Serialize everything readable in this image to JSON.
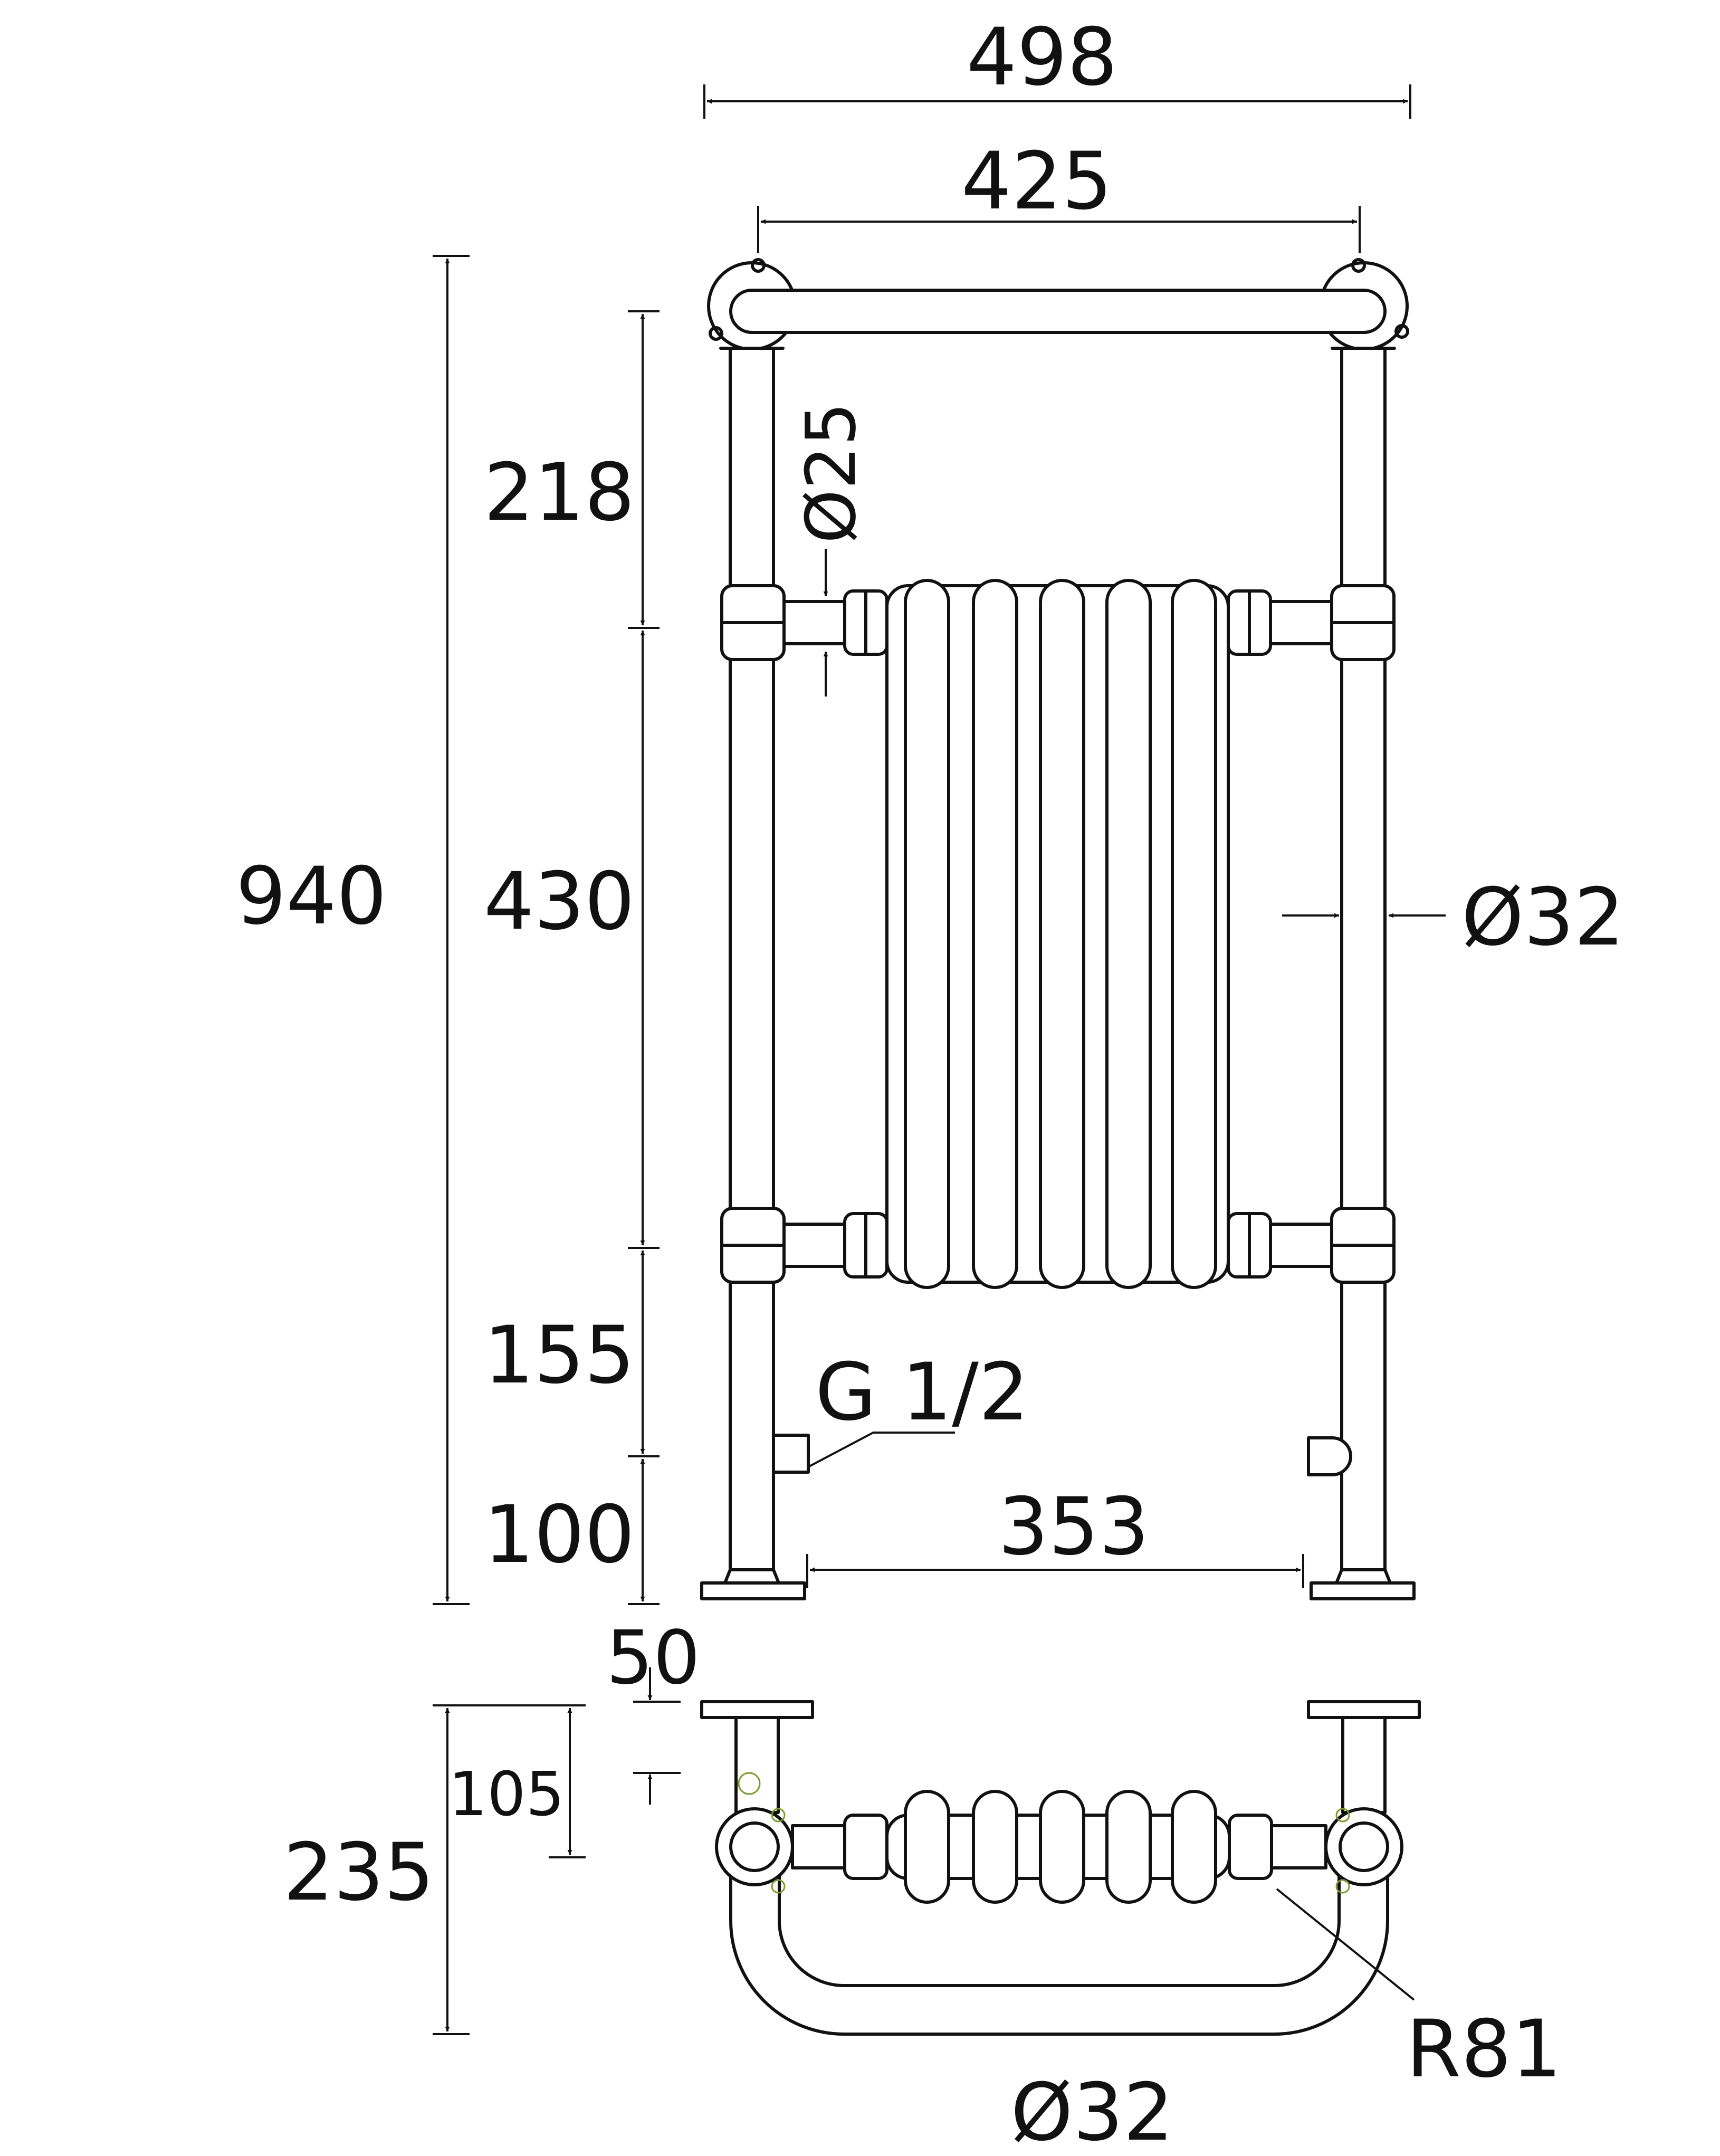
{
  "dimensions": {
    "overall_width": "498",
    "bracket_centres": "425",
    "overall_height": "940",
    "top_to_upper_connection": "218",
    "connection_centres": "430",
    "lower_connection_to_inlet": "155",
    "inlet_to_floor": "100",
    "bottom_connection_centres": "353",
    "wall_plate_offset": "50",
    "wall_to_section_centre": "105",
    "overall_depth": "235"
  },
  "labels": {
    "section_tube_diameter": "Ø25",
    "rail_diameter": "Ø32",
    "thread_size": "G 1/2",
    "bend_radius": "R81",
    "bottom_rail_diameter": "Ø32"
  },
  "colors": {
    "line": "#111111",
    "background": "#ffffff"
  }
}
